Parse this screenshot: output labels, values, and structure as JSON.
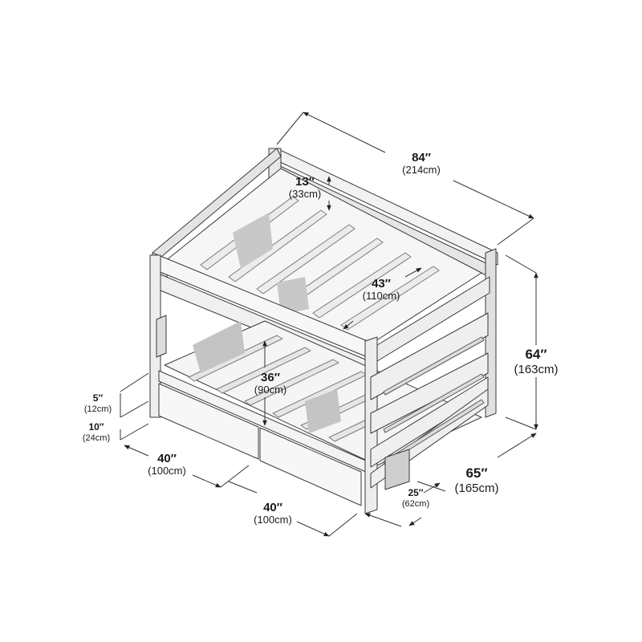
{
  "diagram": {
    "subject": "Full over full bunk bed with two storage drawers",
    "colors": {
      "background": "#ffffff",
      "wood_face": "#f2f2f2",
      "wood_shade": "#d4d4d4",
      "wood_dark": "#b0b0b0",
      "outline": "#3a3a3a",
      "dimension_line": "#333333",
      "text": "#1a1a1a"
    },
    "dimensions": {
      "overall_length": {
        "inches": "84″",
        "cm": "(214cm)"
      },
      "guardrail_height": {
        "inches": "13″",
        "cm": "(33cm)"
      },
      "mattress_width": {
        "inches": "43″",
        "cm": "(110cm)"
      },
      "overall_height": {
        "inches": "64″",
        "cm": "(163cm)"
      },
      "bunk_clearance": {
        "inches": "36″",
        "cm": "(90cm)"
      },
      "bottom_rail_height": {
        "inches": "5″",
        "cm": "(12cm)"
      },
      "drawer_height": {
        "inches": "10″",
        "cm": "(24cm)"
      },
      "drawer_1_width": {
        "inches": "40″",
        "cm": "(100cm)"
      },
      "drawer_2_width": {
        "inches": "40″",
        "cm": "(100cm)"
      },
      "overall_width": {
        "inches": "65″",
        "cm": "(165cm)"
      },
      "ladder_depth": {
        "inches": "25″",
        "cm": "(62cm)"
      }
    }
  }
}
